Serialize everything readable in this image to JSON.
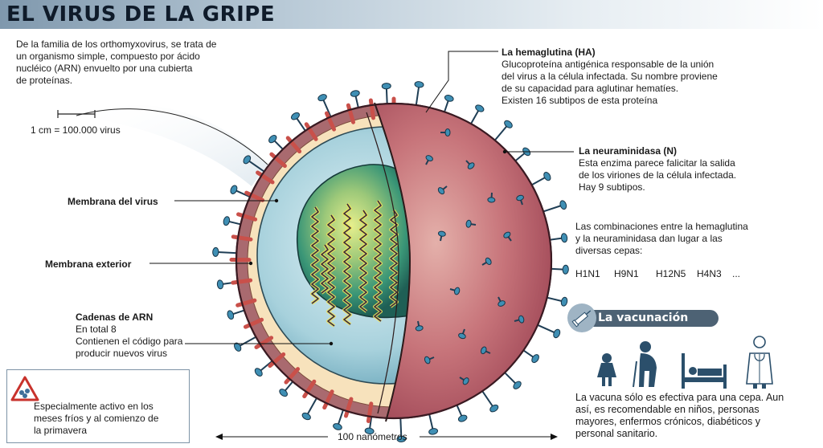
{
  "title": "EL VIRUS DE LA GRIPE",
  "intro": {
    "line1": "De la familia de los orthomyxovirus, se trata de",
    "line2": "un organismo simple, compuesto por ácido",
    "line3": "nucléico (ARN) envuelto por una cubierta",
    "line4": "de proteínas."
  },
  "scale": {
    "label": "1 cm = 100.000 virus"
  },
  "hemaglutina": {
    "title": "La hemaglutina (HA)",
    "line1": "Glucoproteína antigénica responsable de la unión",
    "line2": "del virus a la célula infectada. Su nombre proviene",
    "line3": "de su capacidad para aglutinar hematíes.",
    "line4": "Existen 16 subtipos de esta proteína"
  },
  "neuraminidasa": {
    "title": "La neuraminidasa (N)",
    "line1": "Esta enzima parece falicitar la salida",
    "line2": "de los viriones de la célula infectada.",
    "line3": "Hay 9 subtipos."
  },
  "combinaciones": {
    "line1": "Las combinaciones entre la hemaglutina",
    "line2": "y la neuraminidasa dan lugar a las",
    "line3": "diversas cepas:"
  },
  "strains": [
    "H1N1",
    "H9N1",
    "H12N5",
    "H4N3",
    "..."
  ],
  "labels": {
    "membrana_virus": "Membrana del virus",
    "membrana_exterior": "Membrana exterior"
  },
  "arn": {
    "title": "Cadenas de ARN",
    "line1": "En total 8",
    "line2": "Contienen el código para",
    "line3": "producir nuevos virus"
  },
  "warning": {
    "line1": "Especialmente activo en los",
    "line2": "meses fríos y al comienzo de",
    "line3": "la primavera"
  },
  "size": {
    "label": "100 nanómetros"
  },
  "vacunacion": {
    "title": "La vacunación",
    "line1": "La vacuna sólo es efectiva para una cepa. Aun",
    "line2": "así, es recomendable en niños, personas",
    "line3": "mayores, enfermos crónicos, diabéticos y",
    "line4": "personal sanitario."
  },
  "icons": [
    "syringe-icon",
    "child-icon",
    "elderly-icon",
    "patient-bed-icon",
    "doctor-icon",
    "warning-triangle-icon"
  ],
  "colors": {
    "title_bar": "#7f98ad",
    "outer_membrane": "#f7e2bc",
    "virus_membrane": "#a9d3dd",
    "core": "#2e8d76",
    "rna": "#3b2a3a",
    "protein_half": "#a94a58",
    "spike_head": "#3f8fb4",
    "spike_red": "#c9504a"
  }
}
